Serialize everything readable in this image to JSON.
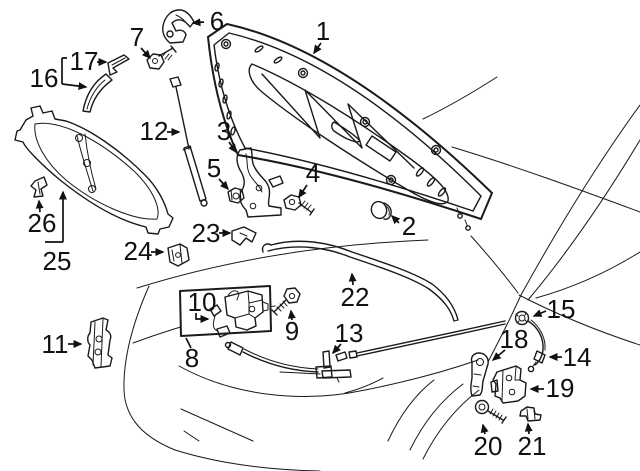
{
  "diagram": {
    "background": "#ffffff",
    "line_color": "#1a1a1a",
    "label_color": "#111111",
    "callouts": {
      "c1": "1",
      "c2": "2",
      "c3": "3",
      "c4": "4",
      "c5": "5",
      "c6": "6",
      "c7": "7",
      "c8": "8",
      "c9": "9",
      "c10": "10",
      "c11": "11",
      "c12": "12",
      "c13": "13",
      "c14": "14",
      "c15": "15",
      "c16": "16",
      "c17": "17",
      "c18": "18",
      "c19": "19",
      "c20": "20",
      "c21": "21",
      "c22": "22",
      "c23": "23",
      "c24": "24",
      "c25": "25",
      "c26": "26"
    }
  }
}
